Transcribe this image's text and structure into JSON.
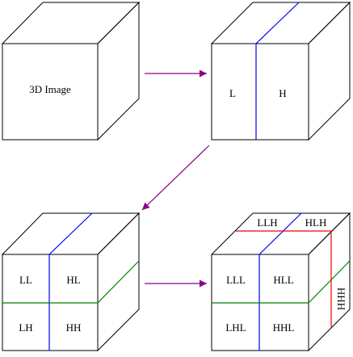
{
  "colors": {
    "edge": "#000000",
    "split_x": "#0000ee",
    "split_y": "#008000",
    "split_z": "#ee0000",
    "arrow": "#8b008b"
  },
  "cube1": {
    "label": "3D Image"
  },
  "cube2": {
    "low": "L",
    "high": "H"
  },
  "cube3": {
    "ll": "LL",
    "hl": "HL",
    "lh": "LH",
    "hh": "HH"
  },
  "cube4": {
    "lll": "LLL",
    "hll": "HLL",
    "lhl": "LHL",
    "hhl": "HHL",
    "llh": "LLH",
    "hlh": "HLH",
    "hhh": "HHH"
  }
}
